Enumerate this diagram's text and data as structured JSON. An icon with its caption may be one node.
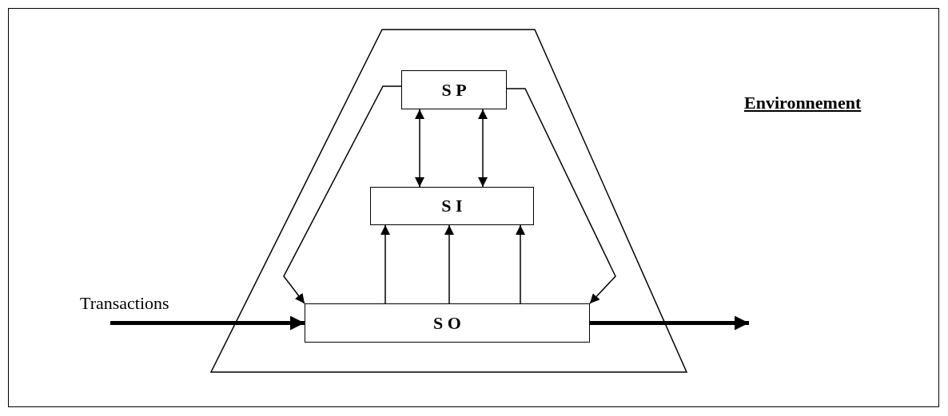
{
  "diagram": {
    "nodes": [
      {
        "text": [],
        "shape": "trapezoid"
      },
      {
        "text": [
          "S P"
        ],
        "in": 0
      },
      {
        "text": [
          "S I"
        ],
        "in": 0
      },
      {
        "text": [
          "S O"
        ],
        "in": 0
      }
    ],
    "edges": [
      {
        "from": 1,
        "to": 2,
        "arrow": "both"
      },
      {
        "from": 1,
        "to": 2,
        "arrow": "both"
      },
      {
        "from": 3,
        "to": 2,
        "arrow": "to"
      },
      {
        "from": 3,
        "to": 2,
        "arrow": "to"
      },
      {
        "from": 3,
        "to": 2,
        "arrow": "to"
      },
      {
        "from": 1,
        "to": 3,
        "arrow": "to"
      },
      {
        "from": 1,
        "to": 3,
        "arrow": "to"
      },
      {
        "from": null,
        "to": 3,
        "arrow": "to",
        "label": "Transactions",
        "style": "thick"
      },
      {
        "from": 3,
        "to": null,
        "arrow": "to",
        "style": "thick"
      }
    ],
    "labels": [
      "Environnement"
    ]
  }
}
